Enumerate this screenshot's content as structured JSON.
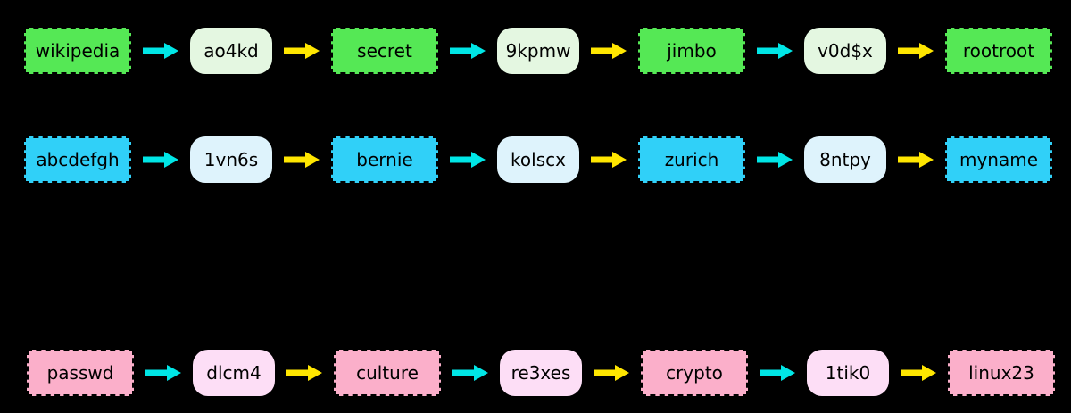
{
  "diagram": {
    "background": "#000000",
    "text_color": "#000000",
    "arrow_colors": {
      "cyan": "#00E6E6",
      "yellow": "#FFE600"
    },
    "chains": [
      {
        "id": "chain-1",
        "rect_fill": "#55E855",
        "rounded_fill": "#E4F7E1",
        "nodes": [
          "wikipedia",
          "ao4kd",
          "secret",
          "9kpmw",
          "jimbo",
          "v0d$x",
          "rootroot"
        ]
      },
      {
        "id": "chain-2",
        "rect_fill": "#30D0F8",
        "rounded_fill": "#DEF3FC",
        "nodes": [
          "abcdefgh",
          "1vn6s",
          "bernie",
          "kolscx",
          "zurich",
          "8ntpy",
          "myname"
        ]
      },
      {
        "id": "chain-3",
        "rect_fill": "#FBAFCA",
        "rounded_fill": "#FDDEF6",
        "nodes": [
          "passwd",
          "dlcm4",
          "culture",
          "re3xes",
          "crypto",
          "1tik0",
          "linux23"
        ]
      }
    ]
  }
}
